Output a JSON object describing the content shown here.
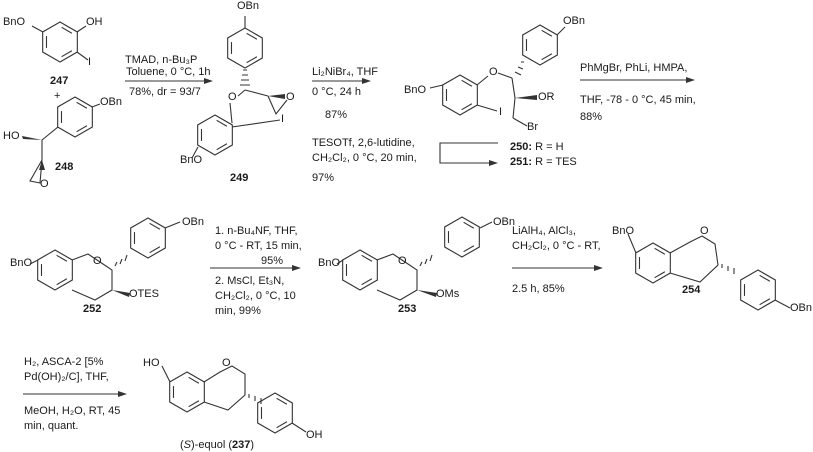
{
  "compounds": {
    "c247": {
      "label": "247",
      "groups": [
        "BnO",
        "OH",
        "I"
      ]
    },
    "plus": "+",
    "c248": {
      "label": "248",
      "groups": [
        "OBn",
        "HO",
        "O"
      ]
    },
    "c249": {
      "label": "249",
      "groups": [
        "OBn",
        "O",
        "O",
        "I",
        "BnO"
      ]
    },
    "c250": {
      "groups": [
        "OBn",
        "O",
        "OR",
        "I",
        "Br",
        "BnO"
      ],
      "legend_250_num": "250:",
      "legend_250_text": " R = H",
      "legend_251_num": "251:",
      "legend_251_text": " R = TES"
    },
    "c252": {
      "label": "252",
      "groups": [
        "BnO",
        "O",
        "OBn",
        "OTES"
      ]
    },
    "c253": {
      "label": "253",
      "groups": [
        "BnO",
        "O",
        "OBn",
        "OMs"
      ]
    },
    "c254": {
      "label": "254",
      "groups": [
        "BnO",
        "O",
        "OBn"
      ]
    },
    "c237": {
      "name_prefix": "(",
      "name_italic": "S",
      "name_mid": ")-equol (",
      "label": "237",
      "name_suffix": ")",
      "groups": [
        "HO",
        "O",
        "OH"
      ]
    }
  },
  "steps": {
    "s1": [
      "TMAD, n-Bu₃P",
      "Toluene, 0 °C, 1h",
      "78%, dr = 93/7"
    ],
    "s2": [
      "Li₂NiBr₄, THF",
      "0 °C, 24 h",
      "87%"
    ],
    "s2b": [
      "TESOTf, 2,6-lutidine,",
      "CH₂Cl₂, 0 °C, 20 min,",
      "97%"
    ],
    "s3": [
      "PhMgBr, PhLi, HMPA,",
      "THF, -78 - 0 °C, 45 min,",
      "88%"
    ],
    "s4": [
      "1. n-Bu₄NF, THF,",
      "0 °C - RT, 15 min,",
      "95%",
      "2. MsCl, Et₃N,",
      "CH₂Cl₂, 0 °C, 10",
      "min, 99%"
    ],
    "s5": [
      "LiAlH₄, AlCl₃,",
      "CH₂Cl₂, 0 °C - RT,",
      "2.5 h, 85%"
    ],
    "s6": [
      "H₂, ASCA-2 [5%",
      "Pd(OH)₂/C], THF,",
      "MeOH, H₂O, RT, 45",
      "min, quant."
    ]
  }
}
